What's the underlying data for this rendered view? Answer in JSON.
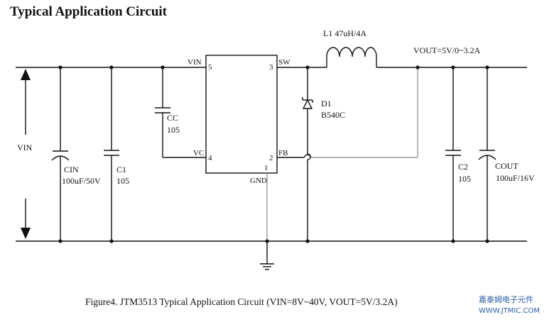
{
  "heading": "Typical Application Circuit",
  "ic": {
    "pins": {
      "vin_name": "VIN",
      "vin_num": "5",
      "sw_name": "SW",
      "sw_num": "3",
      "vc_name": "VC",
      "vc_num": "4",
      "fb_name": "FB",
      "fb_num": "2",
      "gnd_name": "GND",
      "gnd_num": "1"
    }
  },
  "components": {
    "inductor": "L1 47uH/4A",
    "vout": "VOUT=5V/0~3.2A",
    "diode_ref": "D1",
    "diode_value": "B540C",
    "cc_ref": "CC",
    "cc_value": "105",
    "cin_ref": "CIN",
    "cin_value": "100uF/50V",
    "c1_ref": "C1",
    "c1_value": "105",
    "c2_ref": "C2",
    "c2_value": "105",
    "cout_ref": "COUT",
    "cout_value": "100uF/16V"
  },
  "vin_label": "VIN",
  "caption": "Figure4. JTM3513 Typical Application Circuit (VIN=8V~40V, VOUT=5V/3.2A)",
  "watermark": {
    "line1": "嘉泰姆电子元件",
    "line2": "WWW.JTMIC.COM",
    "color": "#2a5fa8"
  }
}
